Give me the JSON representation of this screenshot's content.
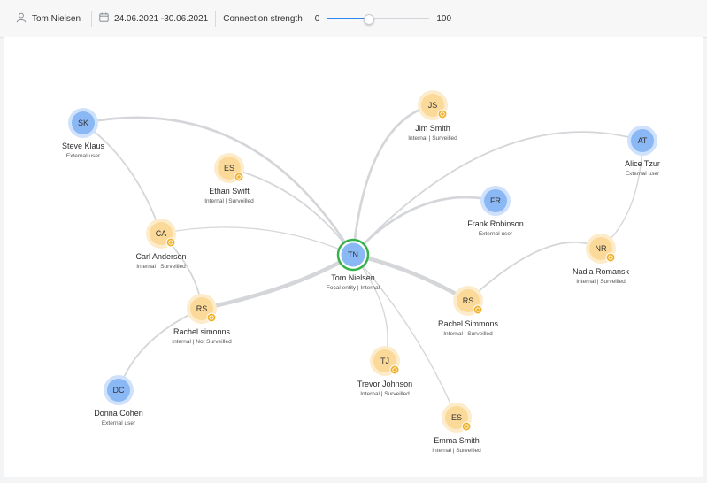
{
  "toolbar": {
    "user_name": "Tom Nielsen",
    "date_range": "24.06.2021 -30.06.2021",
    "strength_label": "Connection strength",
    "min": "0",
    "max": "100",
    "strength_value": 40
  },
  "colors": {
    "internal_fill": "#fbd999",
    "internal_ring": "#fdeccb",
    "external_fill": "#8ab8f5",
    "external_ring": "#cfe1fb",
    "focal_ring": "#35b34a",
    "badge": "#f0b32f",
    "edge": "#d4d6d9"
  },
  "nodes": [
    {
      "id": "TN",
      "initials": "TN",
      "name": "Tom Nielsen",
      "sub": "Focal entity | Internal",
      "type": "focal"
    },
    {
      "id": "SK",
      "initials": "SK",
      "name": "Steve Klaus",
      "sub": "External user",
      "type": "external"
    },
    {
      "id": "JS",
      "initials": "JS",
      "name": "Jim Smith",
      "sub": "Internal | Surveilled",
      "type": "internal"
    },
    {
      "id": "AT",
      "initials": "AT",
      "name": "Alice Tzur",
      "sub": "External user",
      "type": "external"
    },
    {
      "id": "ES1",
      "initials": "ES",
      "name": "Ethan Swift",
      "sub": "Internal | Surveilled",
      "type": "internal"
    },
    {
      "id": "FR",
      "initials": "FR",
      "name": "Frank Robinson",
      "sub": "External user",
      "type": "external"
    },
    {
      "id": "CA",
      "initials": "CA",
      "name": "Carl Anderson",
      "sub": "Internal | Surveilled",
      "type": "internal"
    },
    {
      "id": "NR",
      "initials": "NR",
      "name": "Nadia Romansk",
      "sub": "Internal | Surveilled",
      "type": "internal"
    },
    {
      "id": "RS1",
      "initials": "RS",
      "name": "Rachel simonns",
      "sub": "Internal | Not Surveilled",
      "type": "internal"
    },
    {
      "id": "RS2",
      "initials": "RS",
      "name": "Rachel Simmons",
      "sub": "Internal | Surveilled",
      "type": "internal"
    },
    {
      "id": "TJ",
      "initials": "TJ",
      "name": "Trevor Johnson",
      "sub": "Internal | Surveilled",
      "type": "internal"
    },
    {
      "id": "DC",
      "initials": "DC",
      "name": "Donna Cohen",
      "sub": "External user",
      "type": "external"
    },
    {
      "id": "ES2",
      "initials": "ES",
      "name": "Emma Smith",
      "sub": "Internal | Surveilled",
      "type": "internal"
    }
  ],
  "edges": [
    {
      "from": "TN",
      "to": "SK",
      "strength": 3
    },
    {
      "from": "TN",
      "to": "JS",
      "strength": 3
    },
    {
      "from": "TN",
      "to": "AT",
      "strength": 2
    },
    {
      "from": "TN",
      "to": "ES1",
      "strength": 2
    },
    {
      "from": "TN",
      "to": "FR",
      "strength": 3
    },
    {
      "from": "TN",
      "to": "CA",
      "strength": 1.5
    },
    {
      "from": "TN",
      "to": "RS1",
      "strength": 5
    },
    {
      "from": "TN",
      "to": "RS2",
      "strength": 5
    },
    {
      "from": "TN",
      "to": "TJ",
      "strength": 1.5
    },
    {
      "from": "TN",
      "to": "ES2",
      "strength": 1.5
    },
    {
      "from": "SK",
      "to": "CA",
      "strength": 2
    },
    {
      "from": "CA",
      "to": "RS1",
      "strength": 2
    },
    {
      "from": "RS1",
      "to": "DC",
      "strength": 2
    },
    {
      "from": "RS2",
      "to": "NR",
      "strength": 2
    },
    {
      "from": "NR",
      "to": "AT",
      "strength": 1.5
    }
  ]
}
